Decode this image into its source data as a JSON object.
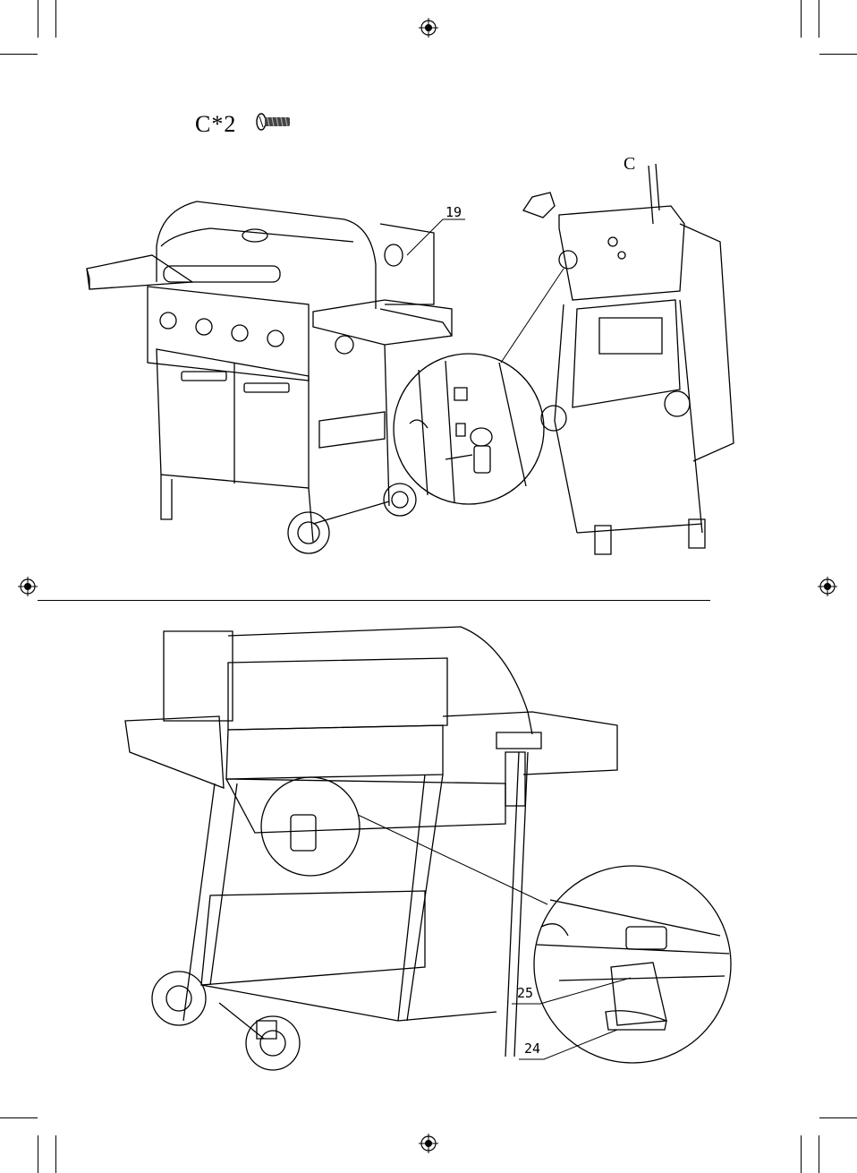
{
  "step_top": {
    "hardware_quantity": "C*2",
    "hardware_icon": "screw-icon",
    "callout_hardware": "C",
    "callout_part": "19"
  },
  "step_bottom": {
    "callout_part_a": "25",
    "callout_part_b": "24"
  }
}
